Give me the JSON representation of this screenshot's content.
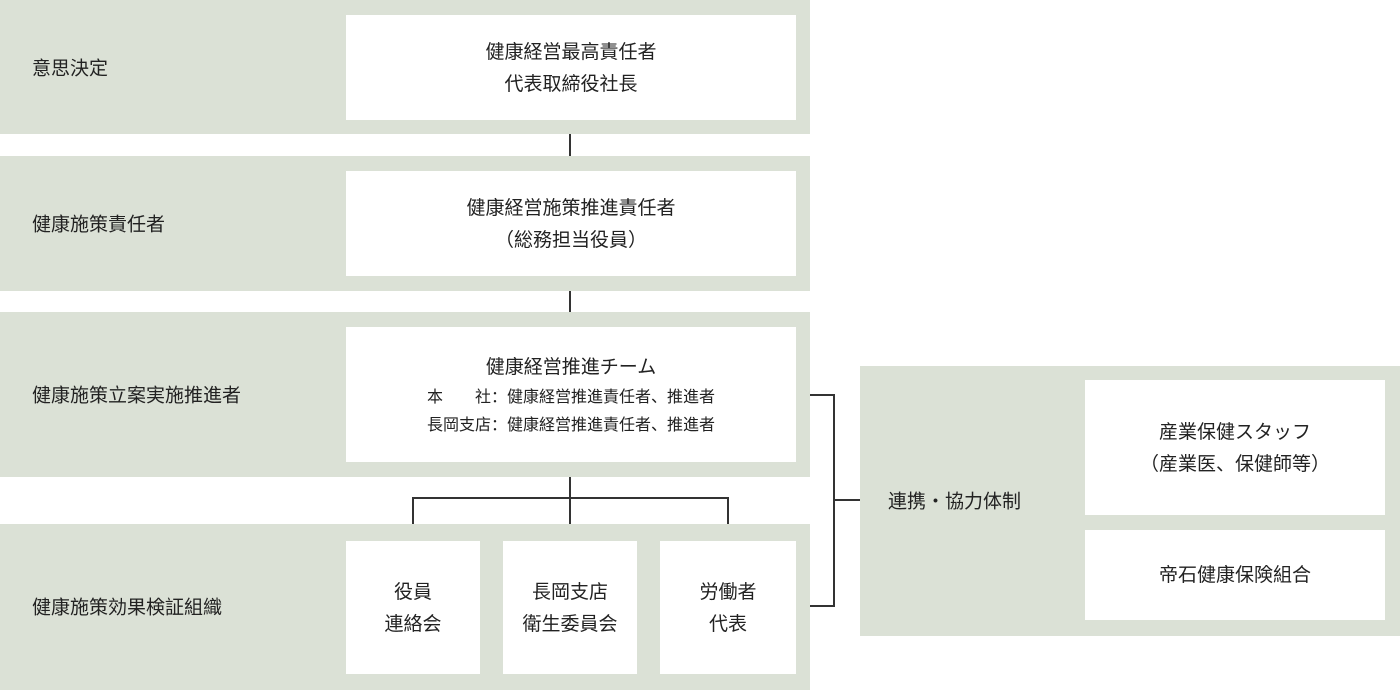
{
  "rows": [
    {
      "label": "意思決定",
      "box": [
        "健康経営最高責任者",
        "代表取締役社長"
      ]
    },
    {
      "label": "健康施策責任者",
      "box": [
        "健康経営施策推進責任者",
        "（総務担当役員）"
      ]
    },
    {
      "label": "健康施策立案実施推進者",
      "box_title": "健康経営推進チーム",
      "box_lines": [
        "本　　社：健康経営推進責任者、推進者",
        "長岡支店：健康経営推進責任者、推進者"
      ]
    },
    {
      "label": "健康施策効果検証組織",
      "boxes": [
        [
          "役員",
          "連絡会"
        ],
        [
          "長岡支店",
          "衛生委員会"
        ],
        [
          "労働者",
          "代表"
        ]
      ]
    }
  ],
  "right": {
    "label": "連携・協力体制",
    "boxes": [
      [
        "産業保健スタッフ",
        "（産業医、保健師等）"
      ],
      [
        "帝石健康保険組合"
      ]
    ]
  }
}
